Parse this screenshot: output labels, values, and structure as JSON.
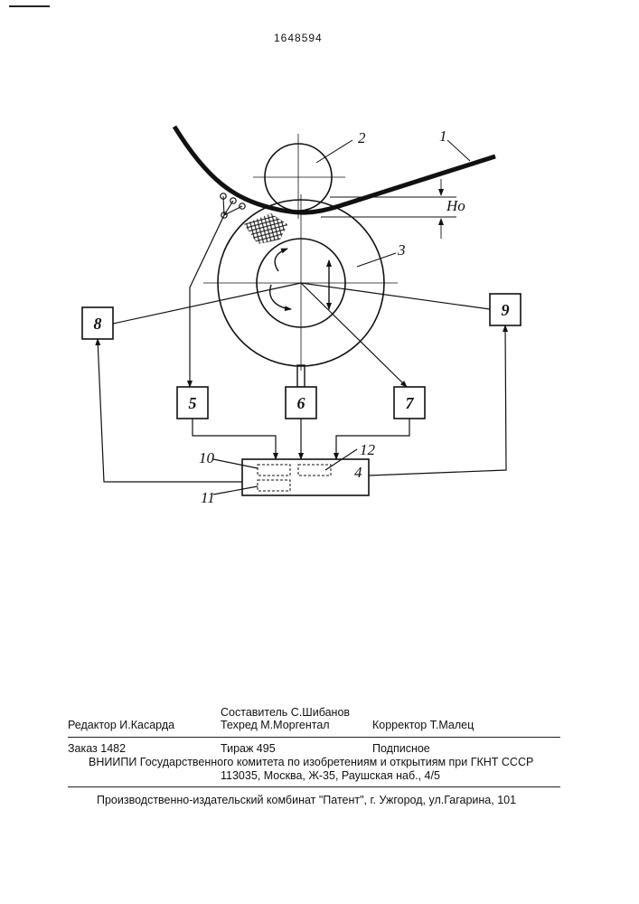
{
  "document": {
    "patent_number": "1648594"
  },
  "diagram": {
    "labels": {
      "web": "1",
      "roll_top": "2",
      "roll_main": "3",
      "controller": "4",
      "block5": "5",
      "block6": "6",
      "block7": "7",
      "block8": "8",
      "block9": "9",
      "sub10": "10",
      "sub11": "11",
      "sub12": "12",
      "dimension": "Ho"
    }
  },
  "imprint": {
    "compiler": "Составитель  С.Шибанов",
    "editor": "Редактор  И.Касарда",
    "techred": "Техред М.Моргентал",
    "corrector": "Корректор  Т.Малец",
    "order": "Заказ  1482",
    "circulation": "Тираж 495",
    "subscription": "Подписное",
    "vniipi": "ВНИИПИ Государственного комитета по изобретениям и открытиям при ГКНТ СССР",
    "address": "113035, Москва, Ж-35, Раушская наб., 4/5",
    "publisher": "Производственно-издательский комбинат \"Патент\", г. Ужгород, ул.Гагарина, 101"
  }
}
